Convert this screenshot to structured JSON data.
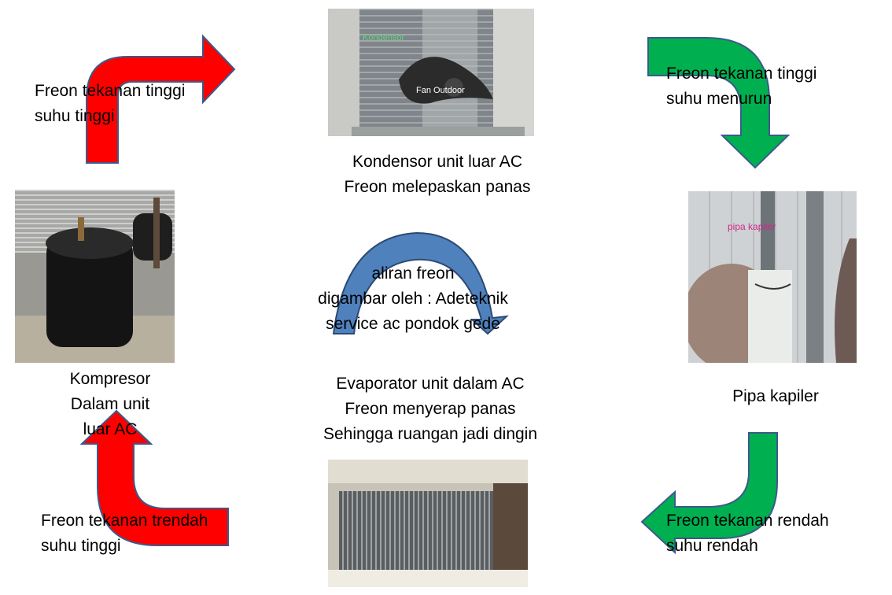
{
  "components": {
    "kondensor": {
      "photo_label": "Kondensor",
      "fan_label": "Fan Outdoor",
      "lines": [
        "Kondensor unit luar AC",
        "Freon melepaskan panas"
      ]
    },
    "pipa_kapiler": {
      "photo_label": "pipa kapiler",
      "lines": [
        "Pipa kapiler"
      ]
    },
    "evaporator": {
      "lines": [
        "Evaporator unit dalam AC",
        "Freon menyerap panas",
        "Sehingga ruangan jadi dingin"
      ]
    },
    "kompresor": {
      "lines": [
        "Kompresor",
        "Dalam unit",
        "luar AC"
      ]
    }
  },
  "flows": {
    "top_left": {
      "lines": [
        "Freon tekanan tinggi",
        "suhu  tinggi"
      ],
      "color": "#ff0000"
    },
    "top_right": {
      "lines": [
        "Freon tekanan tinggi",
        "suhu  menurun"
      ],
      "color": "#00b050"
    },
    "bottom_right": {
      "lines": [
        "Freon tekanan  rendah",
        "suhu  rendah"
      ],
      "color": "#00b050"
    },
    "bottom_left": {
      "lines": [
        "Freon tekanan trendah",
        "suhu  tinggi"
      ],
      "color": "#ff0000"
    }
  },
  "center": {
    "lines": [
      "aliran freon",
      "digambar oleh : Adeteknik",
      "service ac pondok gede"
    ],
    "arc_color": "#4f81bd"
  }
}
